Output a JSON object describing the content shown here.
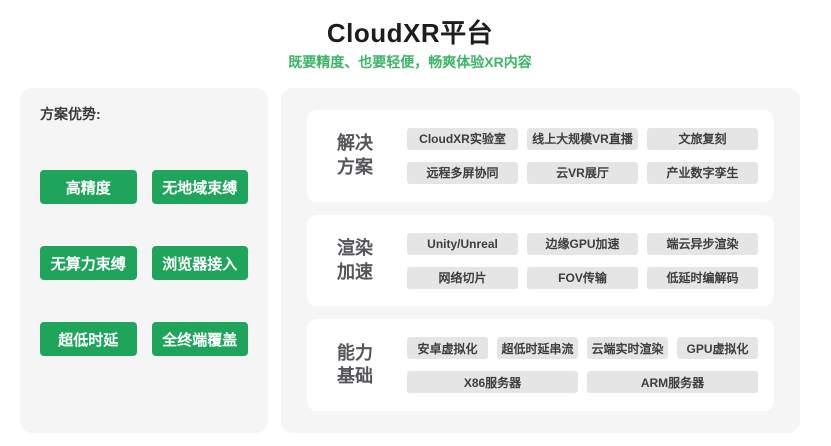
{
  "page": {
    "title": "CloudXR平台",
    "subtitle": "既要精度、也要轻便，畅爽体验XR内容"
  },
  "colors": {
    "accent_green": "#1fa45c",
    "subtitle_green": "#3cb566",
    "panel_bg": "#f5f5f6",
    "card_bg": "#ffffff",
    "chip_bg": "#e5e5e5"
  },
  "advantages": {
    "label": "方案优势:",
    "items": [
      "高精度",
      "无地域束缚",
      "无算力束缚",
      "浏览器接入",
      "超低时延",
      "全终端覆盖"
    ]
  },
  "sections": [
    {
      "label": "解决方案",
      "rows": [
        [
          "CloudXR实验室",
          "线上大规模VR直播",
          "文旅复刻"
        ],
        [
          "远程多屏协同",
          "云VR展厅",
          "产业数字孪生"
        ]
      ]
    },
    {
      "label": "渲染加速",
      "rows": [
        [
          "Unity/Unreal",
          "边缘GPU加速",
          "端云异步渲染"
        ],
        [
          "网络切片",
          "FOV传输",
          "低延时编解码"
        ]
      ]
    },
    {
      "label": "能力基础",
      "rows": [
        [
          "安卓虚拟化",
          "超低时延串流",
          "云端实时渲染",
          "GPU虚拟化"
        ],
        [
          "X86服务器",
          "ARM服务器"
        ]
      ]
    }
  ]
}
